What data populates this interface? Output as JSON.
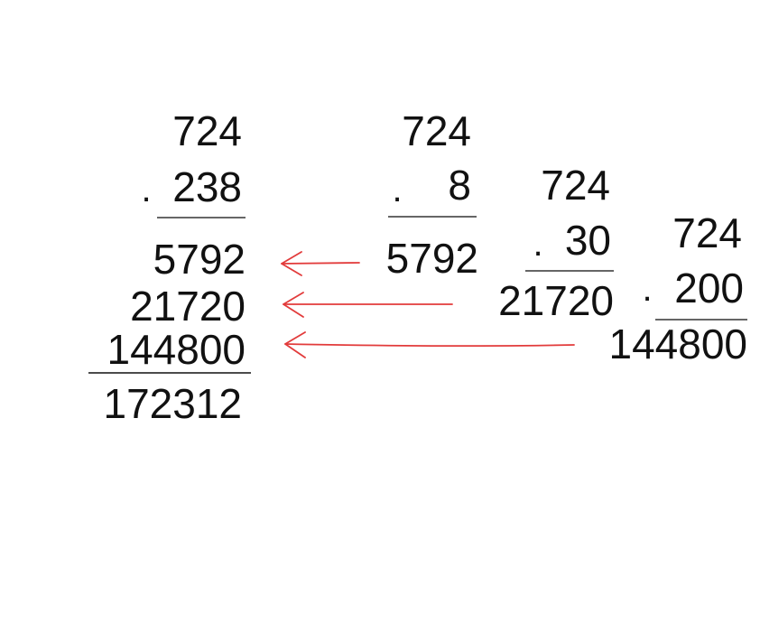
{
  "colors": {
    "ink": "#111111",
    "rule": "#333333",
    "arrow": "#e23b3b",
    "background": "#ffffff"
  },
  "main_multiplication": {
    "multiplicand": "724",
    "operator": ".",
    "multiplier": "238",
    "partial_1": "5792",
    "partial_2": "21720",
    "partial_3": "144800",
    "product": "172312"
  },
  "step_units": {
    "multiplicand": "724",
    "operator": ".",
    "multiplier": "8",
    "result": "5792"
  },
  "step_tens": {
    "multiplicand": "724",
    "operator": ".",
    "multiplier": "30",
    "result": "21720"
  },
  "step_hundreds": {
    "multiplicand": "724",
    "operator": ".",
    "multiplier": "200",
    "result": "144800"
  }
}
